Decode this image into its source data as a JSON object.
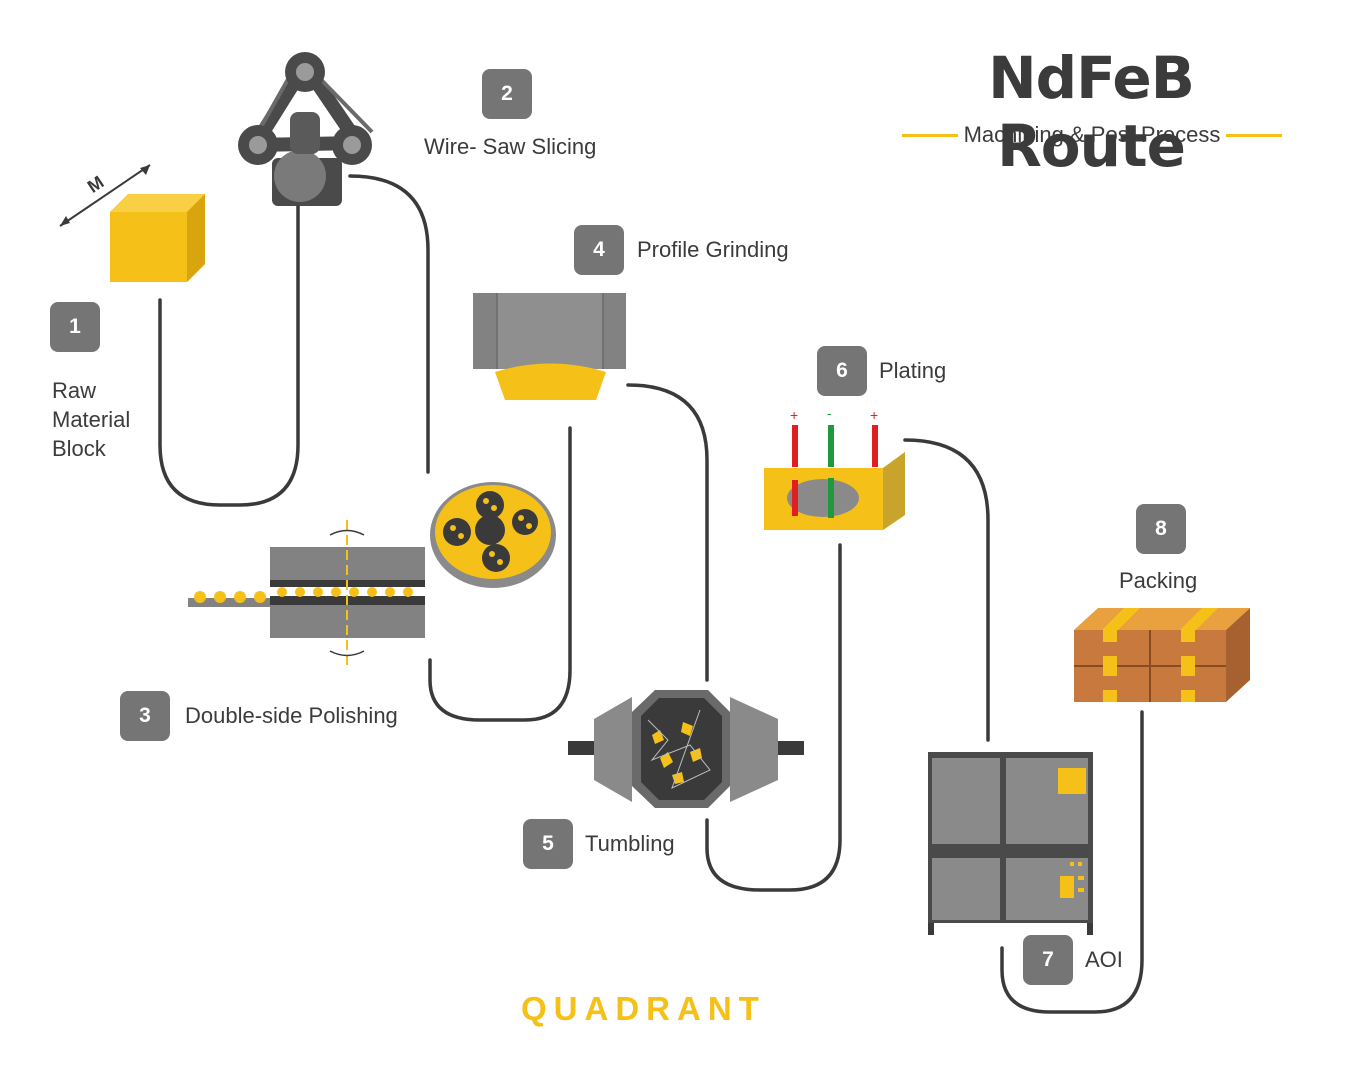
{
  "header": {
    "title": "NdFeB Route",
    "subtitle": "Machining & Post Process"
  },
  "steps": [
    {
      "number": "1",
      "label": "Raw Material Block"
    },
    {
      "number": "2",
      "label": "Wire- Saw Slicing"
    },
    {
      "number": "3",
      "label": "Double-side Polishing"
    },
    {
      "number": "4",
      "label": "Profile Grinding"
    },
    {
      "number": "5",
      "label": "Tumbling"
    },
    {
      "number": "6",
      "label": "Plating"
    },
    {
      "number": "7",
      "label": "AOI"
    },
    {
      "number": "8",
      "label": "Packing"
    }
  ],
  "block_axis_label": "M",
  "plating_polarity": [
    "+",
    "-",
    "+"
  ],
  "brand": "QUADRANT",
  "colors": {
    "accent_yellow": "#f5c118",
    "dark_gray": "#4a4a4a",
    "mid_gray": "#828282",
    "badge_gray": "#757575",
    "box_orange": "#c8793d",
    "text": "#3b3b3b"
  },
  "icons": [
    "raw-block-icon",
    "wire-saw-icon",
    "polishing-machine-icon",
    "polishing-carrier-icon",
    "grinding-icon",
    "tumbling-drum-icon",
    "plating-bath-icon",
    "aoi-machine-icon",
    "packing-boxes-icon"
  ]
}
